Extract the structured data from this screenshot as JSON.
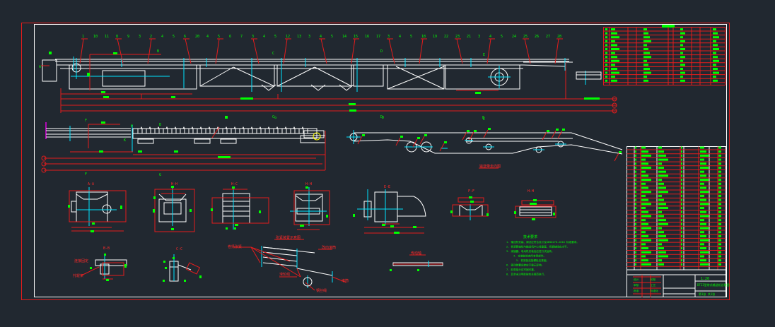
{
  "drawing": {
    "type": "conveyor-general-assembly",
    "colors": {
      "background": "#212830",
      "outline": "#ffffff",
      "dimension": "#e41c1c",
      "centerline": "#00e5ff",
      "text": "#00ff00",
      "magenta": "#e000e0"
    },
    "balloons_top": [
      "1",
      "10",
      "11",
      "8",
      "9",
      "3",
      "2",
      "4",
      "5",
      "6",
      "20",
      "4",
      "5",
      "6",
      "7",
      "3",
      "4",
      "5",
      "12",
      "13",
      "3",
      "4",
      "5",
      "14",
      "15",
      "16",
      "17",
      "3",
      "4",
      "5",
      "18",
      "19",
      "22",
      "23",
      "21",
      "3",
      "4",
      "5",
      "24",
      "25",
      "26",
      "27",
      "28"
    ],
    "section_markers": {
      "top_view": [
        "A",
        "B",
        "C",
        "D",
        "E",
        "C",
        "D",
        "E"
      ],
      "middle_view": [
        "F",
        "K",
        "K",
        "B",
        "G",
        "F",
        "G",
        "D",
        "E"
      ]
    },
    "section_views": [
      "A-A",
      "H-H",
      "H-C",
      "H-H",
      "E-E",
      "F-F",
      "H-H"
    ],
    "detail_views": [
      "B-B",
      "C-C"
    ],
    "datum_markers": [
      "1",
      "2",
      "3"
    ],
    "belt_path_label": "输送带走向图",
    "tension_title": "张紧装置示意图",
    "notes": {
      "title": "技术要求",
      "items": [
        "1. 输送机安装、调试应符合设计及GB50270-2010 标准要求。",
        "2. 各滚筒轴线与输送机中心线垂直，托辊轴线应水平。",
        "3. 减速器、电动机安装后应进行试运转。",
        "4. 安装前检查所有零部件。",
        "5. 机架各连接螺栓应紧固。",
        "6. 驱动装置运转应平稳无异响。",
        "7. 胶带接头应牢固可靠。",
        "8. 其余未注明处按有关规范执行。"
      ]
    },
    "title_block": {
      "drawing_name": "DTII型带式输送机总装图",
      "scale": "1:20",
      "sheet": "第1张 共1张",
      "labels": [
        "设计",
        "校核",
        "审核",
        "工艺",
        "批准",
        "标准化"
      ]
    },
    "parts_list_top": {
      "rows": 14
    },
    "parts_list_bottom": {
      "rows": 30
    }
  }
}
